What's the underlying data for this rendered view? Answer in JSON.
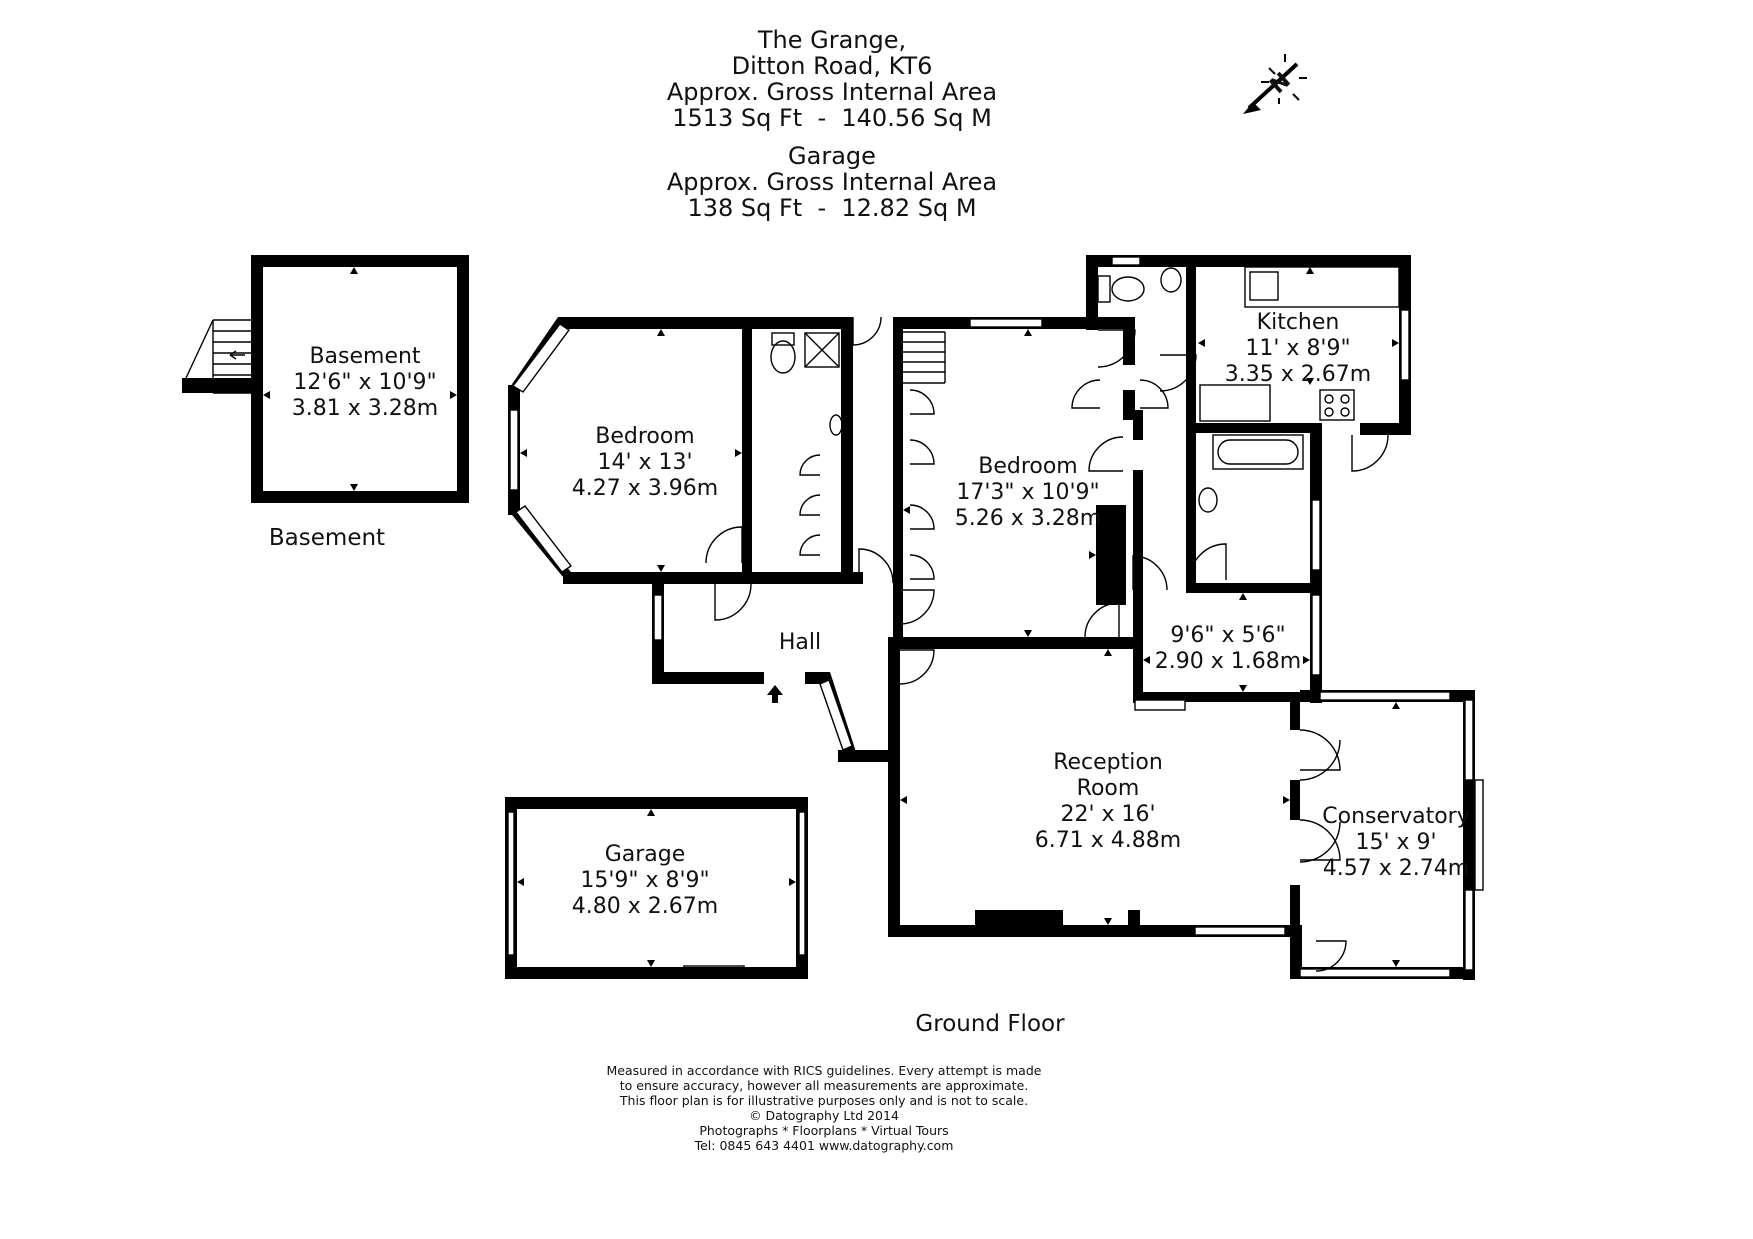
{
  "header": {
    "lines": [
      "The Grange,",
      "Ditton Road, KT6",
      "Approx. Gross Internal Area",
      "1513 Sq Ft  -  140.56 Sq M"
    ],
    "garage_lines": [
      "Garage",
      "Approx. Gross Internal Area",
      "138 Sq Ft  -  12.82 Sq M"
    ]
  },
  "compass": {
    "label": "N",
    "icon": "north-arrow-icon"
  },
  "rooms": {
    "basement": {
      "name": "Basement",
      "imperial": "12'6\" x 10'9\"",
      "metric": "3.81 x 3.28m"
    },
    "bedroom1": {
      "name": "Bedroom",
      "imperial": "14' x 13'",
      "metric": "4.27 x 3.96m"
    },
    "bedroom2": {
      "name": "Bedroom",
      "imperial": "17'3\" x 10'9\"",
      "metric": "5.26 x 3.28m"
    },
    "kitchen": {
      "name": "Kitchen",
      "imperial": "11' x 8'9\"",
      "metric": "3.35 x 2.67m"
    },
    "utility": {
      "imperial": "9'6\" x 5'6\"",
      "metric": "2.90 x 1.68m"
    },
    "hall": {
      "name": "Hall"
    },
    "reception": {
      "name": "Reception",
      "name2": "Room",
      "imperial": "22' x 16'",
      "metric": "6.71 x 4.88m"
    },
    "conservatory": {
      "name": "Conservatory",
      "imperial": "15' x 9'",
      "metric": "4.57 x 2.74m"
    },
    "garage": {
      "name": "Garage",
      "imperial": "15'9\" x 8'9\"",
      "metric": "4.80 x 2.67m"
    }
  },
  "floor_labels": {
    "basement": "Basement",
    "ground": "Ground Floor"
  },
  "footer": {
    "lines": [
      "Measured in accordance with RICS guidelines. Every attempt is made",
      "to ensure accuracy, however all measurements are approximate.",
      "This floor plan is for illustrative purposes only and is not to scale.",
      "© Datography Ltd 2014",
      "Photographs * Floorplans * Virtual Tours",
      "Tel: 0845 643 4401 www.datography.com"
    ]
  }
}
